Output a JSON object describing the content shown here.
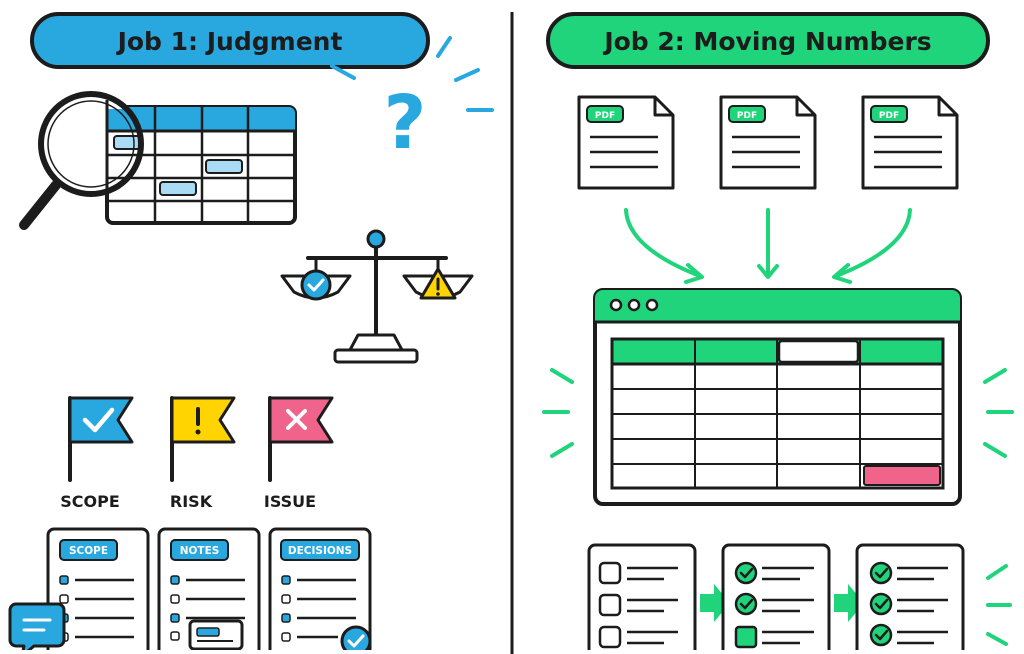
{
  "colors": {
    "blue": "#29a8e0",
    "green": "#1fd47a",
    "yellow": "#ffd400",
    "pink": "#f0638a",
    "ink": "#1c1c1c"
  },
  "left_panel": {
    "title": "Job 1: Judgment",
    "icons": [
      "magnifying-glass-icon",
      "question-mark-icon",
      "balance-scale-icon",
      "chat-bubble-icon"
    ],
    "flags": [
      {
        "label": "SCOPE",
        "icon": "check-icon"
      },
      {
        "label": "RISK",
        "icon": "exclamation-icon"
      },
      {
        "label": "ISSUE",
        "icon": "x-icon"
      }
    ],
    "cards": [
      {
        "tag": "SCOPE"
      },
      {
        "tag": "NOTES"
      },
      {
        "tag": "DECISIONS"
      }
    ],
    "question_mark": "?",
    "risk_symbol": "!"
  },
  "right_panel": {
    "title": "Job 2: Moving Numbers",
    "documents": [
      {
        "badge": "PDF"
      },
      {
        "badge": "PDF"
      },
      {
        "badge": "PDF"
      }
    ],
    "icons": [
      "pdf-document-icon",
      "spreadsheet-window-icon",
      "checklist-icon"
    ]
  }
}
